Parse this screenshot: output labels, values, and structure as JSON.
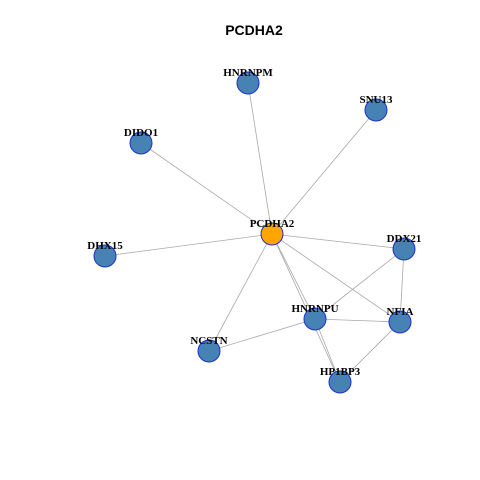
{
  "title": "PCDHA2",
  "colors": {
    "hub_fill": "#FFA500",
    "node_fill": "#4682B4",
    "node_border": "#1F2FD0",
    "edge": "#A8A8A8"
  },
  "nodes": [
    {
      "id": "PCDHA2",
      "label": "PCDHA2",
      "hub": true
    },
    {
      "id": "HNRNPM",
      "label": "HNRNPM",
      "hub": false
    },
    {
      "id": "SNU13",
      "label": "SNU13",
      "hub": false
    },
    {
      "id": "DIDO1",
      "label": "DIDO1",
      "hub": false
    },
    {
      "id": "DHX15",
      "label": "DHX15",
      "hub": false
    },
    {
      "id": "DDX21",
      "label": "DDX21",
      "hub": false
    },
    {
      "id": "HNRNPU",
      "label": "HNRNPU",
      "hub": false
    },
    {
      "id": "NFIA",
      "label": "NFIA",
      "hub": false
    },
    {
      "id": "NCSTN",
      "label": "NCSTN",
      "hub": false
    },
    {
      "id": "HP1BP3",
      "label": "HP1BP3",
      "hub": false
    }
  ],
  "edges": [
    [
      "PCDHA2",
      "HNRNPM"
    ],
    [
      "PCDHA2",
      "SNU13"
    ],
    [
      "PCDHA2",
      "DIDO1"
    ],
    [
      "PCDHA2",
      "DHX15"
    ],
    [
      "PCDHA2",
      "DDX21"
    ],
    [
      "PCDHA2",
      "HNRNPU"
    ],
    [
      "PCDHA2",
      "NFIA"
    ],
    [
      "PCDHA2",
      "NCSTN"
    ],
    [
      "PCDHA2",
      "HP1BP3"
    ],
    [
      "DDX21",
      "HNRNPU"
    ],
    [
      "DDX21",
      "NFIA"
    ],
    [
      "HNRNPU",
      "NFIA"
    ],
    [
      "HNRNPU",
      "NCSTN"
    ],
    [
      "HNRNPU",
      "HP1BP3"
    ],
    [
      "NFIA",
      "HP1BP3"
    ]
  ]
}
